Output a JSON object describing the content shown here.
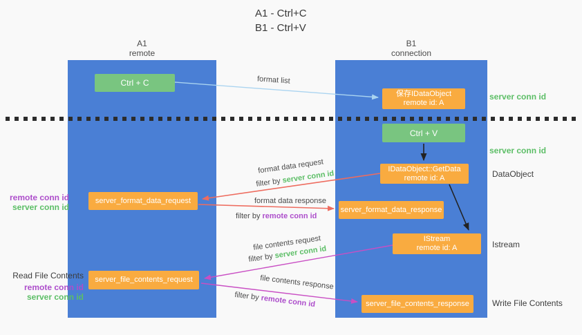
{
  "title": {
    "line1": "A1 - Ctrl+C",
    "line2": "B1 - Ctrl+V"
  },
  "lanes": {
    "left": {
      "title": "A1",
      "subtitle": "remote"
    },
    "right": {
      "title": "B1",
      "subtitle": "connection"
    }
  },
  "nodes": {
    "ctrl_c": {
      "label": "Ctrl + C"
    },
    "ctrl_v": {
      "label": "Ctrl + V"
    },
    "save_dataobject": {
      "line1": "保存IDataObject",
      "line2": "remote id: A"
    },
    "getdata": {
      "line1": "IDataObject::GetData",
      "line2": "remote id: A"
    },
    "istream": {
      "line1": "IStream",
      "line2": "remote id: A"
    },
    "format_request": {
      "label": "server_format_data_request"
    },
    "format_response": {
      "label": "server_format_data_response"
    },
    "file_request": {
      "label": "server_file_contents_request"
    },
    "file_response": {
      "label": "server_file_contents_response"
    }
  },
  "side_labels": {
    "server_conn_id_top": "server conn id",
    "server_conn_id_mid": "server conn id",
    "dataobject": "DataObject",
    "istream": "Istream",
    "write_file_contents": "Write File Contents",
    "read_file_contents": "Read File Contents",
    "left_top": {
      "remote": "remote conn id",
      "server": "server conn id"
    },
    "left_bottom": {
      "remote": "remote conn id",
      "server": "server conn id"
    }
  },
  "edges": {
    "format_list": {
      "label": "format list"
    },
    "format_data_request": {
      "label": "format data request",
      "filter_prefix": "filter by",
      "filter_value": "server conn id"
    },
    "format_data_response": {
      "label": "format data response",
      "filter_prefix": "filter by",
      "filter_value": "remote conn id"
    },
    "file_contents_request": {
      "label": "file contents request",
      "filter_prefix": "filter by",
      "filter_value": "server conn id"
    },
    "file_contents_response": {
      "label": "file contents response",
      "filter_prefix": "filter by",
      "filter_value": "remote conn id"
    }
  },
  "colors": {
    "background": "#f9f9f9",
    "lane_blue": "#4a7fd5",
    "node_green": "#79c580",
    "node_orange": "#f9ab40",
    "server_conn_green": "#5cbe66",
    "remote_conn_purple": "#ad4ecb",
    "arrow_red": "#ee6c5f",
    "arrow_magenta": "#c94fc4",
    "arrow_lightblue": "#aad4f0",
    "arrow_black": "#222222",
    "divider_black": "#2c2c2c"
  }
}
